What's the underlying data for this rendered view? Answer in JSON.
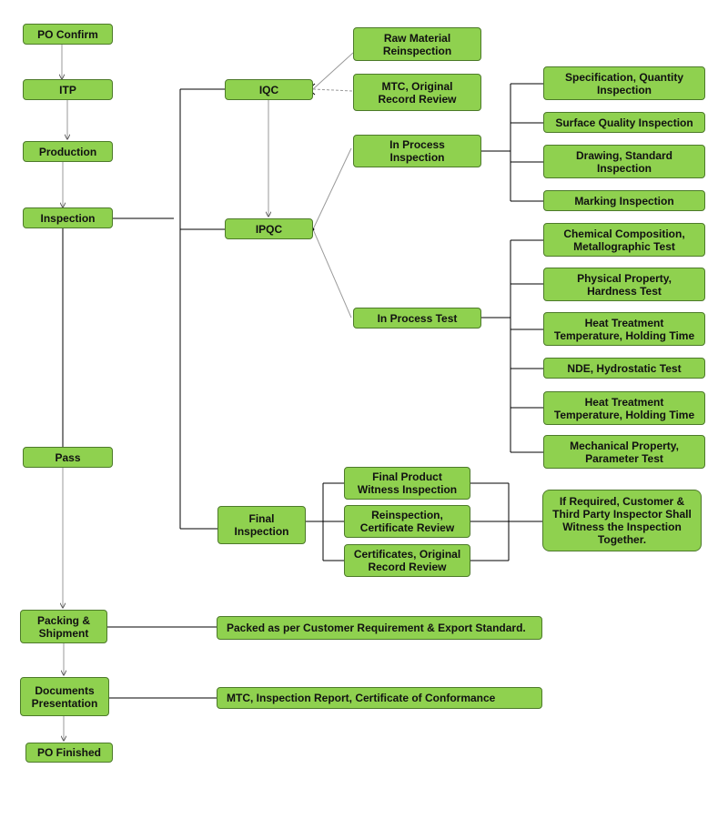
{
  "colors": {
    "node_fill": "#8fd14f",
    "node_border": "#4d7a2a",
    "connector": "#000000",
    "soft_connector": "#999999",
    "text": "#111111"
  },
  "nodes": {
    "po_confirm": "PO Confirm",
    "itp": "ITP",
    "production": "Production",
    "inspection": "Inspection",
    "pass": "Pass",
    "packing_shipment": "Packing &\nShipment",
    "documents_presentation": "Documents\nPresentation",
    "po_finished": "PO Finished",
    "iqc": "IQC",
    "ipqc": "IPQC",
    "final_inspection": "Final\nInspection",
    "raw_material_reinspection": "Raw Material\nReinspection",
    "mtc_original_record_review": "MTC, Original\nRecord Review",
    "in_process_inspection": "In Process\nInspection",
    "in_process_test": "In Process Test",
    "specification_quantity_inspection": "Specification, Quantity\nInspection",
    "surface_quality_inspection": "Surface Quality Inspection",
    "drawing_standard_inspection": "Drawing, Standard\nInspection",
    "marking_inspection": "Marking Inspection",
    "chemical_composition_test": "Chemical Composition,\nMetallographic Test",
    "physical_property_test": "Physical Property,\nHardness Test",
    "heat_treatment_1": "Heat Treatment\nTemperature, Holding Time",
    "nde_hydrostatic_test": "NDE,  Hydrostatic Test",
    "heat_treatment_2": "Heat Treatment\nTemperature, Holding Time",
    "mechanical_property_test": "Mechanical Property,\nParameter Test",
    "final_product_witness_inspection": "Final Product\nWitness Inspection",
    "reinspection_certificate_review": "Reinspection,\nCertificate Review",
    "certificates_original_record_review": "Certificates, Original\nRecord Review",
    "customer_third_party_witness": "If Required, Customer &\nThird Party Inspector Shall\nWitness the Inspection\nTogether.",
    "packed_as_per_requirement": "Packed as per Customer Requirement & Export Standard.",
    "documents_list": "MTC, Inspection Report, Certificate of Conformance"
  }
}
